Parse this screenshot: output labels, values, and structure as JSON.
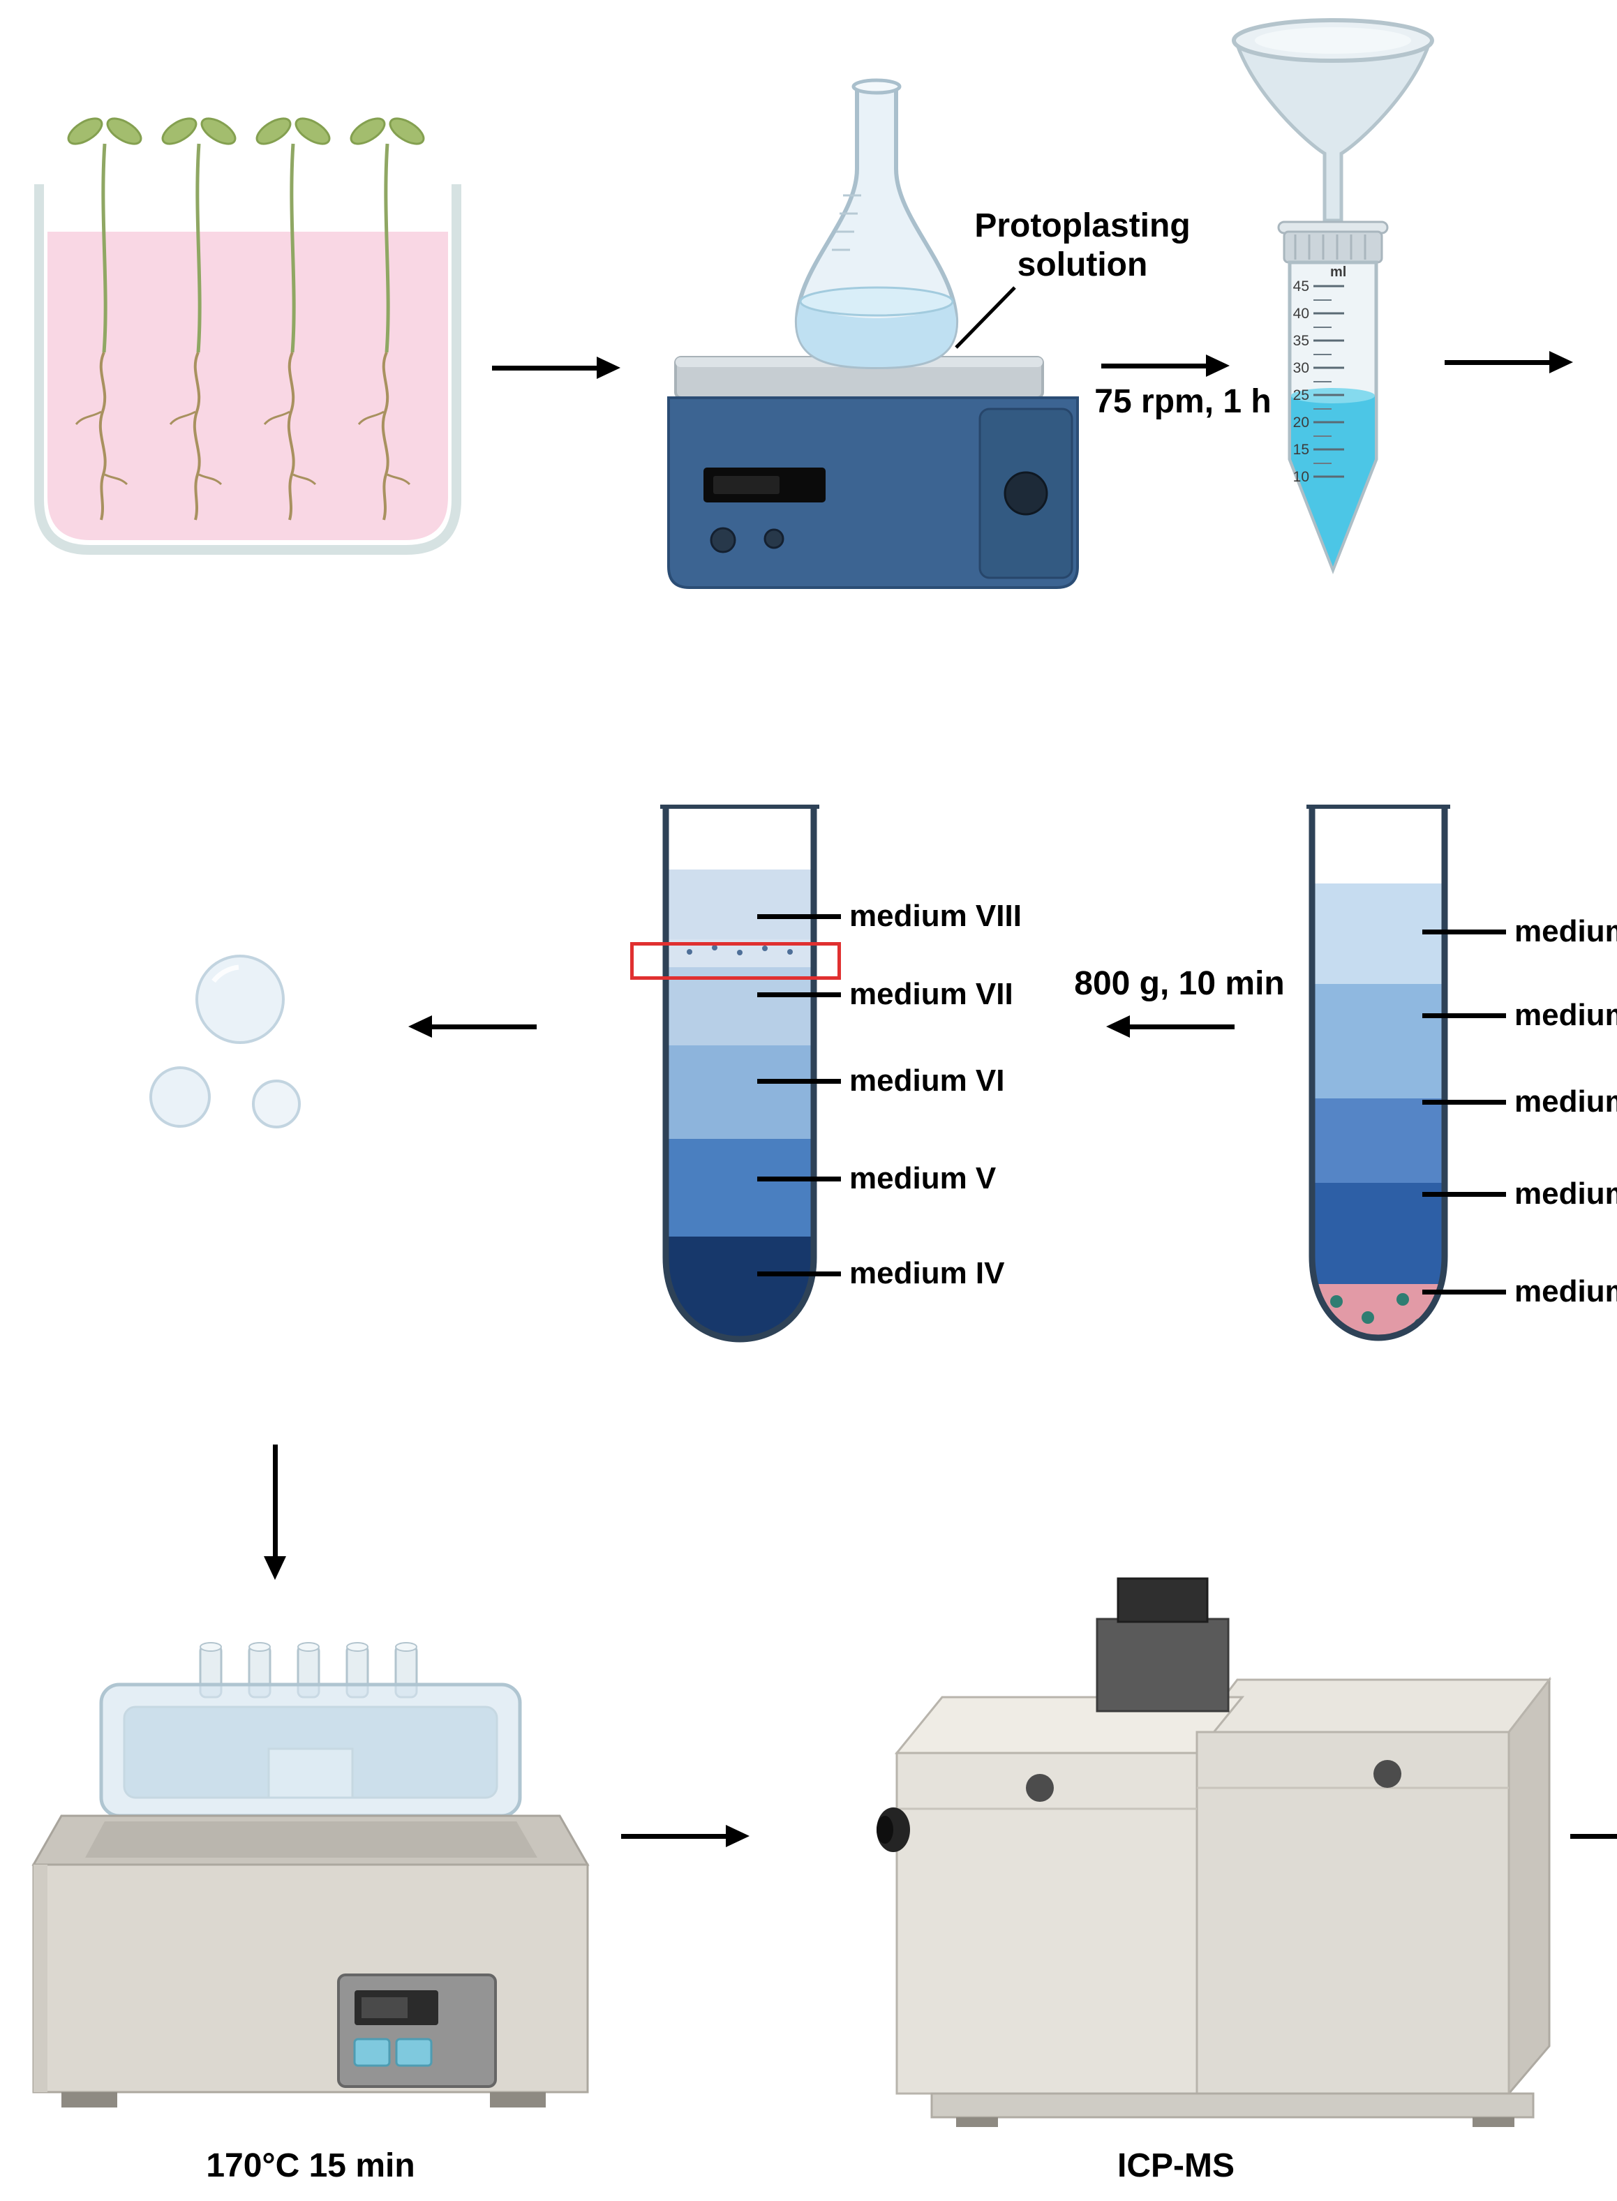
{
  "diagram": {
    "protoplasting_label": {
      "line1": "Protoplasting",
      "line2": "solution"
    },
    "shake_label": "75 rpm, 1 h",
    "spin_label": "800 g, 10 min",
    "bath_label": "170°C 15 min",
    "icpms_label": "ICP-MS"
  },
  "conical_tube": {
    "unit": "ml",
    "graduations": [
      "45",
      "40",
      "35",
      "30",
      "25",
      "20",
      "15",
      "10"
    ]
  },
  "gradient_tube_labels": [
    "medium VIII",
    "medium VII",
    "medium VI",
    "medium V",
    "medium IV"
  ],
  "right_tube_labels": [
    "medium",
    "medium",
    "medium",
    "medium",
    "medium"
  ],
  "colors": {
    "highlight_box": "#e03030",
    "culture_pink": "#f9d7e4",
    "liquid_cyan": "#4cc6e6",
    "stirrer_blue": "#3c6492",
    "band_light": "#cfdeee",
    "band_mid": "#8db4dc",
    "band_navy": "#17386b",
    "pellet_pink": "#e29aa6",
    "pellet_dot_teal": "#2f7d72"
  }
}
